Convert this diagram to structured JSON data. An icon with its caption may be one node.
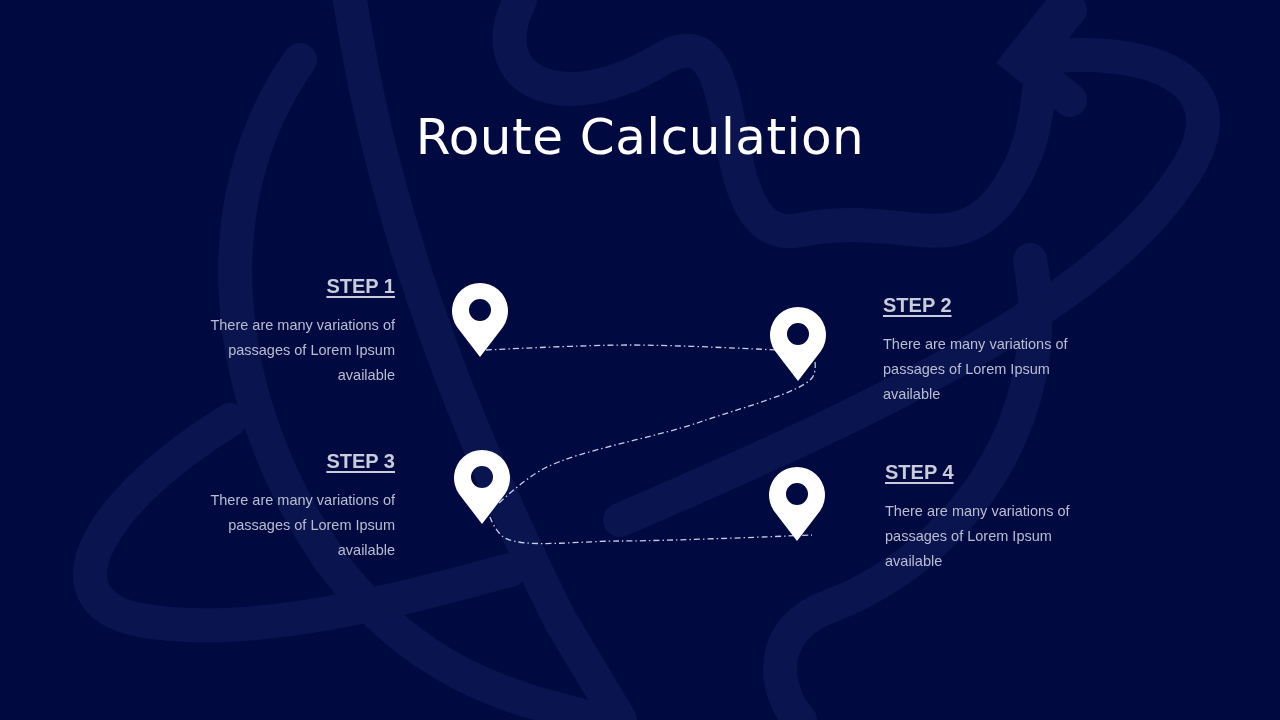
{
  "diagram": {
    "title": "Route Calculation",
    "nodes": [
      {
        "text": [],
        "shape": "pin"
      },
      {
        "text": [],
        "shape": "pin"
      },
      {
        "text": [],
        "shape": "pin"
      },
      {
        "text": [],
        "shape": "pin"
      }
    ],
    "edges": [
      {
        "from": 0,
        "to": 1,
        "arrow": "none",
        "style": "dashed"
      },
      {
        "from": 1,
        "to": 2,
        "arrow": "none",
        "style": "dashed"
      },
      {
        "from": 2,
        "to": 3,
        "arrow": "none",
        "style": "dashed"
      }
    ],
    "labels": [
      "STEP 1",
      "There are many variations of passages of Lorem Ipsum available",
      "STEP 2",
      "There are many variations of passages of Lorem Ipsum available",
      "STEP 3",
      "There are many variations of passages of Lorem Ipsum available",
      "STEP 4",
      "There are many variations of passages of Lorem Ipsum available"
    ]
  }
}
